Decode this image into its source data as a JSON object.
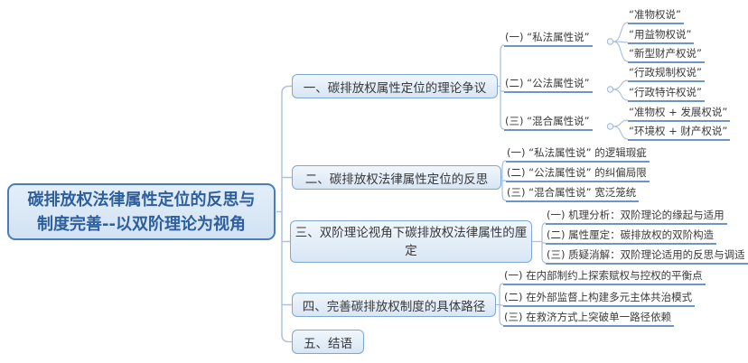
{
  "root": {
    "line1": "碳排放权法律属性定位的反思与",
    "line2": "制度完善--以双阶理论为视角"
  },
  "branches": [
    {
      "label": "一、碳排放权属性定位的理论争议",
      "children": [
        {
          "label": "(一) “私法属性说”",
          "children": [
            "“准物权说”",
            "“用益物权说”",
            "“新型财产权说”"
          ]
        },
        {
          "label": "(二) “公法属性说”",
          "children": [
            "“行政规制权说”",
            "“行政特许权说”"
          ]
        },
        {
          "label": "(三) “混合属性说”",
          "children": [
            "“准物权 + 发展权说”",
            "“环境权 + 财产权说”"
          ]
        }
      ]
    },
    {
      "label": "二、碳排放权法律属性定位的反思",
      "children": [
        {
          "label": "(一) “私法属性说” 的逻辑瑕疵"
        },
        {
          "label": "(二) “公法属性说” 的纠偏局限"
        },
        {
          "label": "(三) “混合属性说” 宽泛笼统"
        }
      ]
    },
    {
      "label": "三、双阶理论视角下碳排放权法律属性的厘定",
      "children": [
        {
          "label": "(一) 机理分析：双阶理论的缘起与适用"
        },
        {
          "label": "(二) 属性厘定：碳排放权的双阶构造"
        },
        {
          "label": "(三) 质疑消解：双阶理论适用的反思与调适"
        }
      ]
    },
    {
      "label": "四、完善碳排放权制度的具体路径",
      "children": [
        {
          "label": "(一) 在内部制约上探索赋权与控权的平衡点"
        },
        {
          "label": "(二) 在外部监督上构建多元主体共治模式"
        },
        {
          "label": "(三) 在救济方式上突破单一路径依赖"
        }
      ]
    },
    {
      "label": "五、结语",
      "children": []
    }
  ],
  "colors": {
    "accent_border": "#4a7cba",
    "node_fill": "#d9e6f3",
    "underline": "#6d96c6",
    "connector": "#aec3da",
    "root_text": "#2d5f9e"
  }
}
